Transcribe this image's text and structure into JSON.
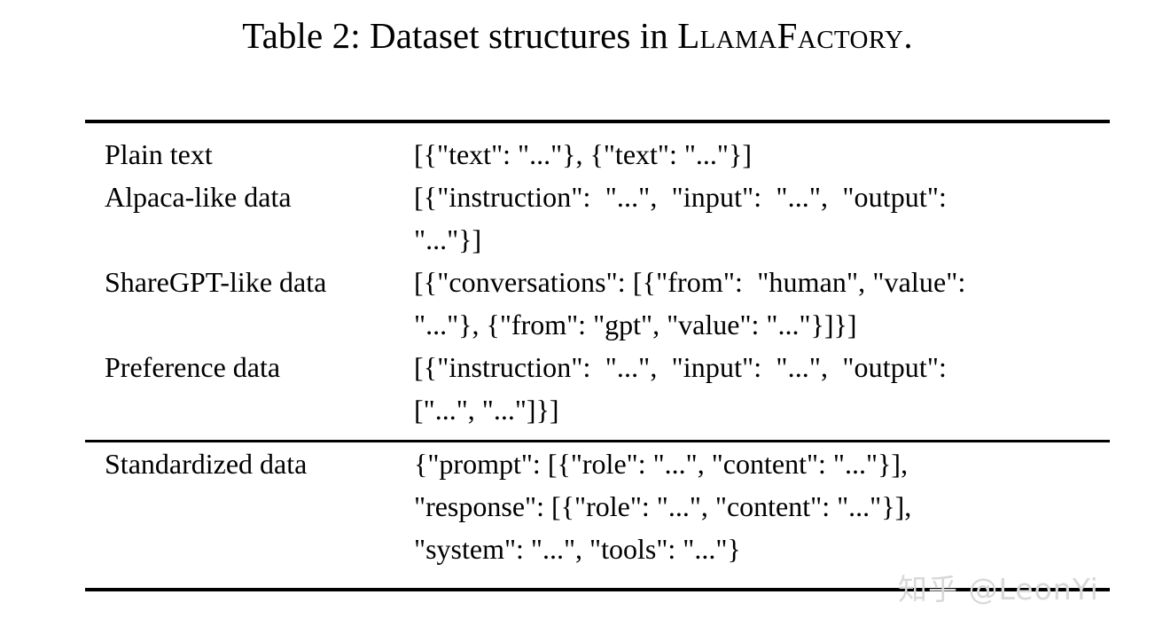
{
  "caption": {
    "prefix": "Table 2: Dataset structures in ",
    "product_name": "LlamaFactory",
    "suffix": ".",
    "full_text": "Table 2: Dataset structures in LlamaFactory."
  },
  "table": {
    "upper_section": [
      {
        "label": "Plain text",
        "lines": [
          "[{\"text\": \"...\"}, {\"text\": \"...\"}]"
        ]
      },
      {
        "label": "Alpaca-like data",
        "lines": [
          "[{\"instruction\":  \"...\",  \"input\":  \"...\",  \"output\":",
          "\"...\"}]"
        ]
      },
      {
        "label": "ShareGPT-like data",
        "lines": [
          "[{\"conversations\": [{\"from\":  \"human\", \"value\":",
          "\"...\"}, {\"from\": \"gpt\", \"value\": \"...\"}]}]"
        ]
      },
      {
        "label": "Preference data",
        "lines": [
          "[{\"instruction\":  \"...\",  \"input\":  \"...\",  \"output\":",
          "[\"...\", \"...\"]}]"
        ]
      }
    ],
    "lower_section": [
      {
        "label": "Standardized data",
        "lines": [
          "{\"prompt\": [{\"role\": \"...\", \"content\": \"...\"}],",
          "\"response\": [{\"role\": \"...\", \"content\": \"...\"}],",
          "\"system\": \"...\", \"tools\": \"...\"}"
        ]
      }
    ]
  },
  "watermark": {
    "text": "知乎 @LeonYi",
    "color": "#d8d8d8"
  },
  "colors": {
    "background": "#ffffff",
    "text": "#000000",
    "rule": "#000000"
  }
}
